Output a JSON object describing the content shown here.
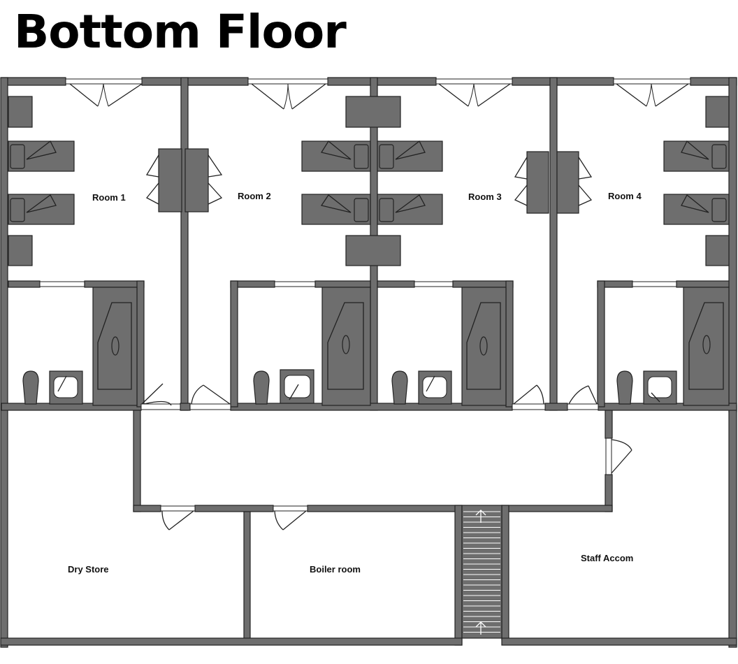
{
  "title": "Bottom Floor",
  "rooms": {
    "room1": "Room 1",
    "room2": "Room 2",
    "room3": "Room 3",
    "room4": "Room 4",
    "dry_store": "Dry Store",
    "boiler_room": "Boiler room",
    "staff_accom": "Staff Accom"
  },
  "colors": {
    "wall": "#6e6e6e",
    "outline": "#222222",
    "background": "#ffffff"
  }
}
